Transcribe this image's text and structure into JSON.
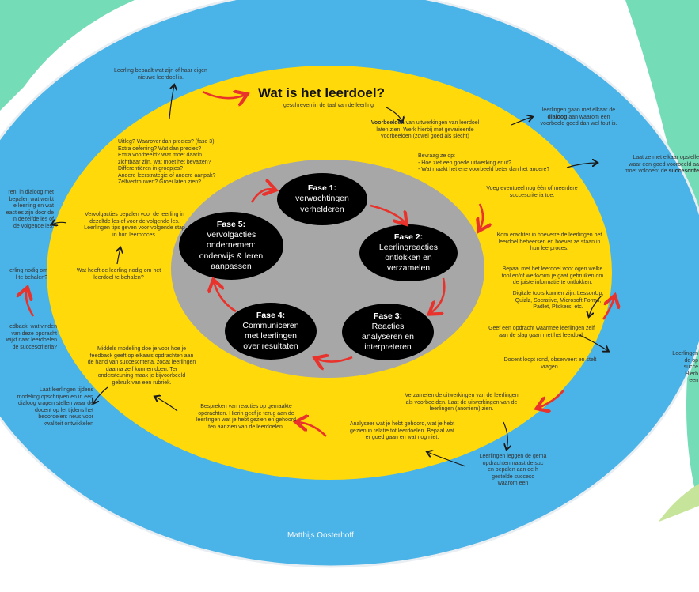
{
  "title": "Wat is het leerdoel?",
  "subtitle": "geschreven in de taal van de leerling",
  "author": "Matthijs Oosterhoff",
  "colors": {
    "outer_ring": "#4ab3e8",
    "middle_ring": "#ffd90a",
    "inner_disc": "#a7a7a7",
    "phase_fill": "#000000",
    "arrow_red": "#e8322b",
    "arrow_black": "#1a1a1a",
    "frame_green": "#74dcb6",
    "light_green": "#c7e59a"
  },
  "phases": [
    {
      "label": "Fase 1:",
      "text": "verwachtingen\nverhelderen"
    },
    {
      "label": "Fase 2:",
      "text": "Leerlingreacties\nontlokken en\nverzamelen"
    },
    {
      "label": "Fase 3:",
      "text": "Reacties\nanalyseren en\ninterpreteren"
    },
    {
      "label": "Fase 4:",
      "text": "Communiceren\nmet leerlingen\nover resultaten"
    },
    {
      "label": "Fase 5:",
      "text": "Vervolgacties\nondernemen:\nonderwijs & leren\naanpassen"
    }
  ],
  "notes": {
    "top_left": "Leerling bepaalt wat zijn of haar eigen\nnieuwe leerdoel is.",
    "voorbeelden_bold": "Voorbeelden",
    "voorbeelden_rest": " van uitwerkingen van leerdoel\nlaten zien. Werk hierbij met gevarieerde\nvoorbeelden (zowel goed als slecht)",
    "dialoog_pre": "leerlingen gaan met elkaar de\n",
    "dialoog_bold": "dialoog",
    "dialoog_post": " aan waarom een\nvoorbeeld goed dan wel fout is.",
    "bevraag": "Bevraag ze op:\n- Hoe ziet een goede uitwerking eruit?\n- Wat maakt het ene voorbeeld beter dan het andere?",
    "laat_ze_pre": "Laat ze met elkaar opstelle\nwaar een goed voorbeeld aa\nmoet voldoen: de ",
    "laat_ze_bold": "succescrite",
    "voeg_toe": "Voeg eventueel nog één of meerdere\nsuccescriteria toe.",
    "uitleg": "Uitleg? Waarover dan precies? (fase 3)\nExtra oefening? Wat dan precies?\nExtra voorbeeld? Wat moet daarin\nzichtbaar zijn, wat moet het bevatten?\nDifferentiëren in groepjes?\nAndere leerstrategie of andere aanpak?\nZelfvertrouwen? Groei laten zien?",
    "left_dialog": "ren: in dialoog met\nbepalen wat werkt\ne leerling en wat\neacties zijn door de\nin dezelfde les of\nde volgende les.",
    "vervolgacties": "Vervolgacties bepalen voor de leerling in\ndezelfde les of voor de volgende les.\nLeerlingen tips geven voor volgende stap\nin hun leerproces.",
    "kom_erachter": "Kom erachter in hoeverre de leerlingen het\nleerdoel beheersen en hoever ze staan in\nhun leerproces.",
    "left_nodig": "erling nodig om\nl te behalen?",
    "wat_heeft": "Wat heeft de leerling nodig om het\nleerdoel te behalen?",
    "bepaal": "Bepaal met het leerdoel voor ogen welke\ntool en/of werkvorm je gaat gebruiken om\nde juiste informatie te ontlokken.",
    "digitale_tools": "Digitale tools kunnen zijn: LessonUp,\nQuizlz, Socrative, Microsoft Forms,\nPadlet, Plickers, etc.",
    "left_feedback": "edback: wat vinden\nvan deze opdracht\nwijkt naar leerdoelen\nde succescriteria?",
    "geef_opdracht": "Geef een opdracht waarmee leerlingen zelf\naan de slag gaan met het leerdoel.",
    "right_leerlingen": "Leerlingen\nde op\nsucce\nHierb\neen",
    "middels_modeling": "Middels modeling doe je voor hoe je\nfeedback geeft op elkaars opdrachten aan\nde hand van succescriteria, zodat leerlingen\ndaarna zelf kunnen doen. Ter\nondersteuning maak je bijvoorbeeld\ngebruik van een rubriek.",
    "docent_loopt": "Docent loopt rond, observeert en stelt\nvragen.",
    "laat_leerlingen": "Laat leerlingen tijdens\nmodeling opschrijven en in een\ndialoog vragen stellen waar de\ndocent op let tijdens het\nbeoordelen: neus voor\nkwaliteit ontwikkelen",
    "verzamelen": "Verzamelen de uitwerkingen van de leerlingen\nals voorbeelden. Laat de uitwerkingen van de\nleerlingen (anoniem) zien.",
    "bespreken": "Bespreken van reacties op gemaakte\nopdrachten. Hierin geef je terug aan de\nleerlingen wat je hebt gezien en gehoord\nten aanzien van de leerdoelen.",
    "analyseer": "Analyseer wat je hebt gehoord, wat je hebt\ngezien in relatie tot leerdoelen. Bepaal wat\ner goed gaan en wat nog niet.",
    "leggen": "Leerlingen leggen de gema\nopdrachten naast de suc\nen bepalen aan de h\ngestelde succesc\nwaarom een"
  }
}
